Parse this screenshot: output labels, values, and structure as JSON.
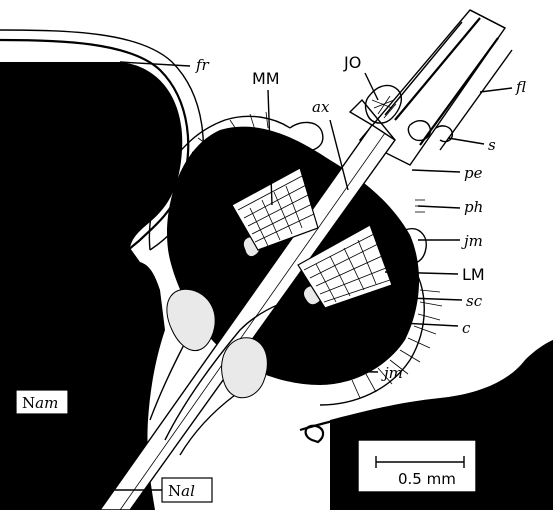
{
  "labels": {
    "fr": "fr",
    "mm": "MM",
    "jo": "JO",
    "ax": "ax",
    "fl": "fl",
    "s": "s",
    "pe": "pe",
    "ph": "ph",
    "jm_upper": "jm",
    "lm": "LM",
    "sc": "sc",
    "c": "c",
    "jm_lower": "jm",
    "nam_prefix": "N",
    "nam_suffix": "am",
    "nal_prefix": "N",
    "nal_suffix": "al"
  },
  "scale_bar": {
    "text": "0.5 mm"
  },
  "colors": {
    "ink": "#000000",
    "paper": "#ffffff",
    "stipple": "#e9e9e9"
  }
}
